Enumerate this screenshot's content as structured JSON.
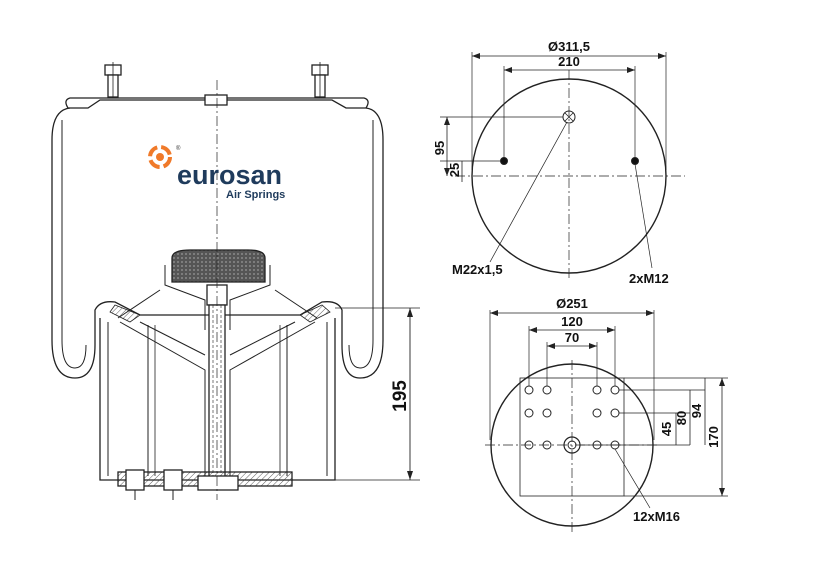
{
  "brand": {
    "name": "eurosan",
    "tagline": "Air Springs",
    "registered": "®",
    "accent": "#f07a2a",
    "text_color": "#1f3b5c"
  },
  "side_view": {
    "height_dim": "195"
  },
  "top_plate": {
    "diameter": "Ø311,5",
    "bolt_spacing": "210",
    "offset_95": "95",
    "offset_25": "25",
    "center_thread": "M22x1,5",
    "side_bolts": "2xM12"
  },
  "bottom_plate": {
    "diameter": "Ø251",
    "span_120": "120",
    "span_70": "70",
    "dim_45": "45",
    "dim_80": "80",
    "dim_94": "94",
    "dim_170": "170",
    "bolts": "12xM16"
  }
}
